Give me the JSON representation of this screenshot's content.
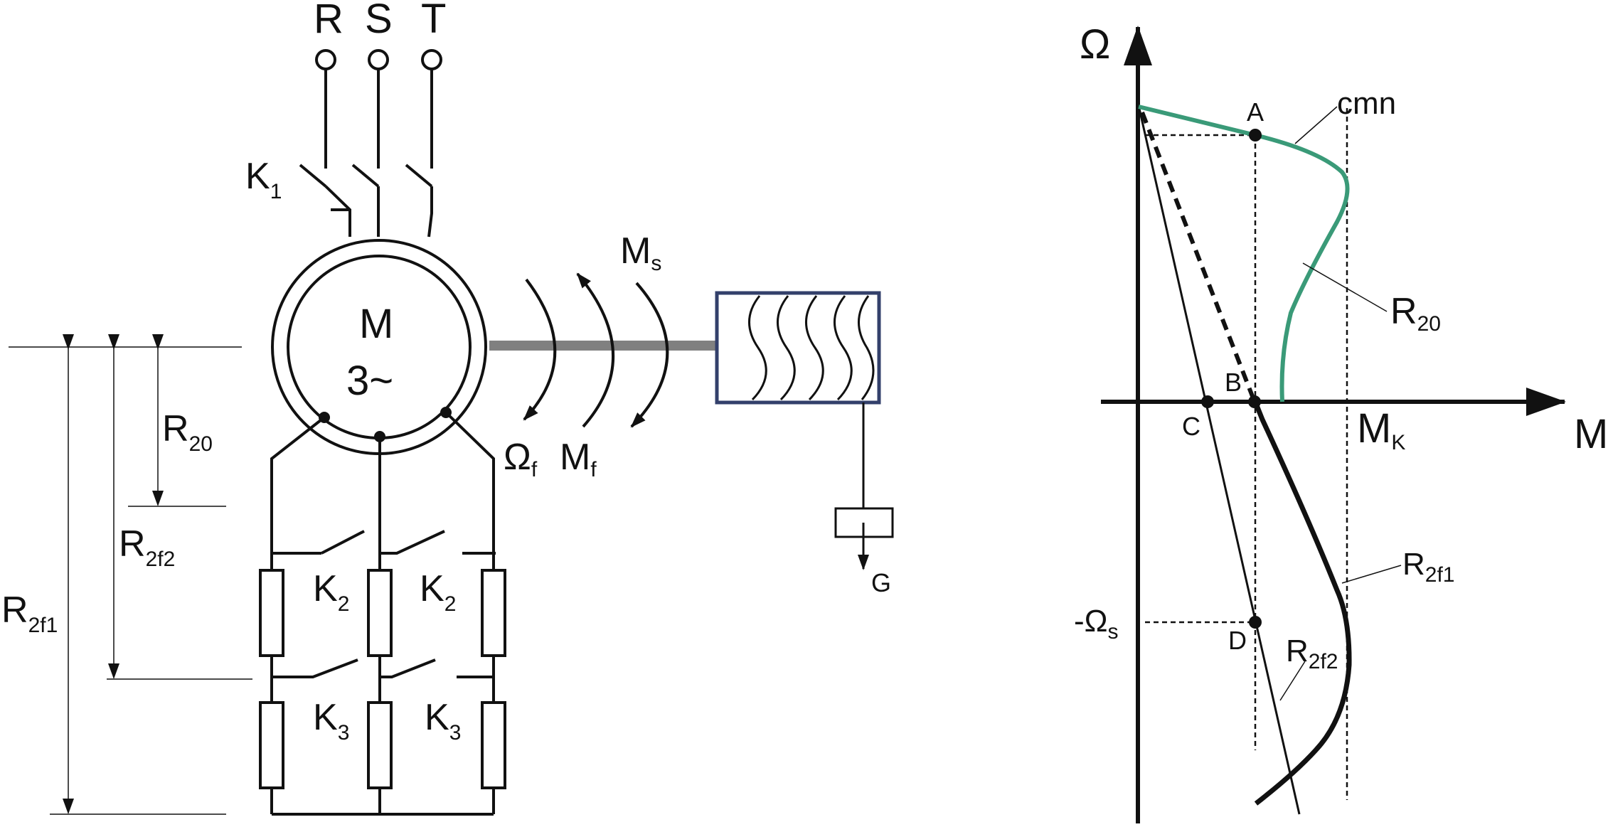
{
  "colors": {
    "ink": "#111111",
    "green_curve": "#3a9a78",
    "load_box": "#33406b"
  },
  "circuit": {
    "phases": [
      "R",
      "S",
      "T"
    ],
    "main_switch": {
      "letter": "K",
      "sub": "1"
    },
    "motor": {
      "line1": "M",
      "line2": "3~"
    },
    "torques": {
      "ms": {
        "letter": "M",
        "sub": "s"
      },
      "omega_f": {
        "letter": "Ω",
        "sub": "f"
      },
      "mf": {
        "letter": "M",
        "sub": "f"
      }
    },
    "weight": "G",
    "switch_k2": [
      {
        "letter": "K",
        "sub": "2"
      },
      {
        "letter": "K",
        "sub": "2"
      }
    ],
    "switch_k3": [
      {
        "letter": "K",
        "sub": "3"
      },
      {
        "letter": "K",
        "sub": "3"
      }
    ],
    "dimensions": {
      "r20": {
        "letter": "R",
        "sub": "20"
      },
      "r2f2": {
        "letter": "R",
        "sub": "2f2"
      },
      "r2f1": {
        "letter": "R",
        "sub": "2f1"
      }
    }
  },
  "graph": {
    "y_axis": "Ω",
    "x_axis": "M",
    "mk": {
      "letter": "M",
      "sub": "K"
    },
    "curve_label": "cmn",
    "r20": {
      "letter": "R",
      "sub": "20"
    },
    "r2f1": {
      "letter": "R",
      "sub": "2f1"
    },
    "r2f2": {
      "letter": "R",
      "sub": "2f2"
    },
    "points": {
      "a": "A",
      "b": "B",
      "c": "C",
      "d": "D"
    },
    "neg_omega_s": {
      "letter": "-Ω",
      "sub": "s"
    }
  }
}
